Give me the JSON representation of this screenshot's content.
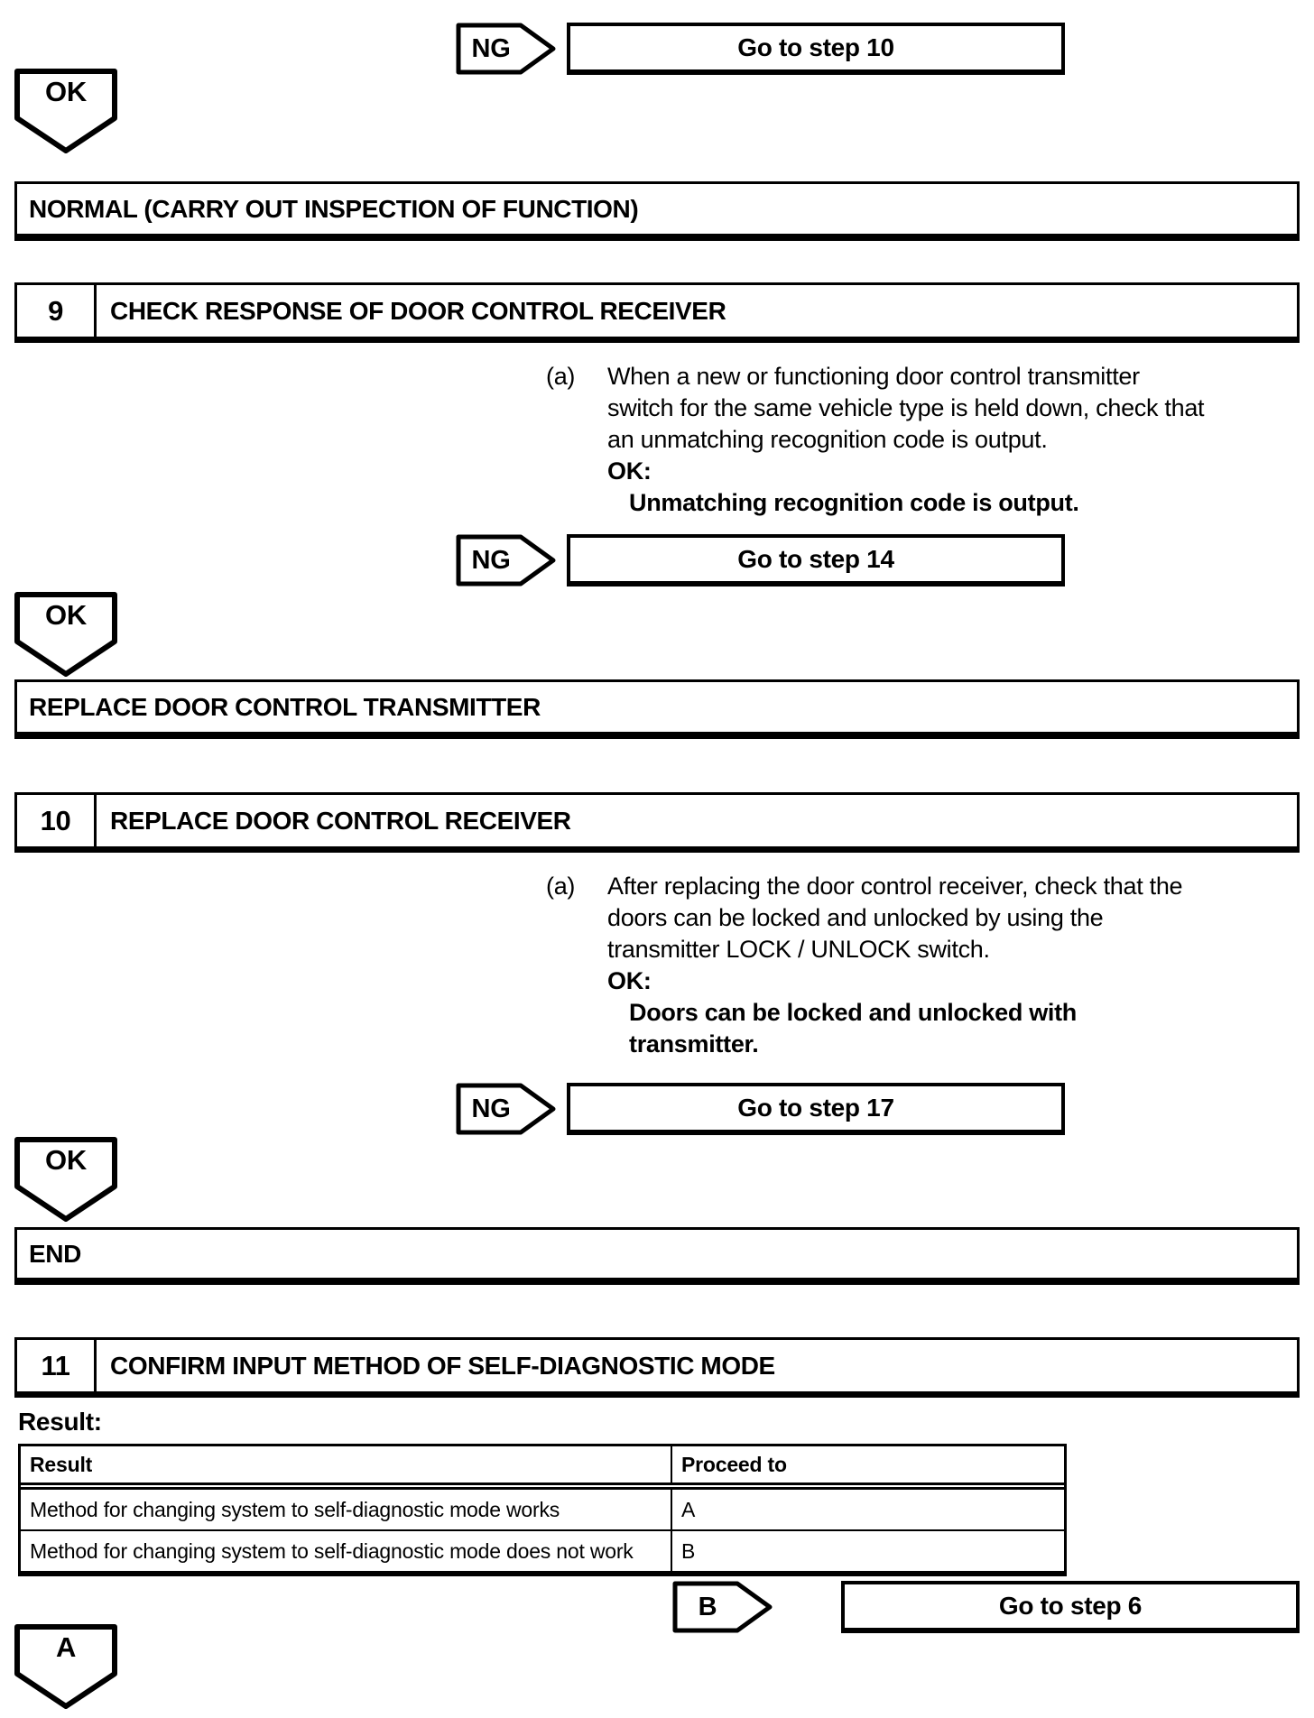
{
  "page": {
    "background": "#ffffff",
    "ink": "#000000"
  },
  "connectors": {
    "ng1": {
      "label": "NG",
      "target": "Go to step 10"
    },
    "ng2": {
      "label": "NG",
      "target": "Go to step 14"
    },
    "ng3": {
      "label": "NG",
      "target": "Go to step 17"
    },
    "b": {
      "label": "B",
      "target": "Go to step 6"
    },
    "ok1": {
      "label": "OK"
    },
    "ok2": {
      "label": "OK"
    },
    "ok3": {
      "label": "OK"
    },
    "a": {
      "label": "A"
    }
  },
  "action_boxes": {
    "normal": "NORMAL (CARRY OUT INSPECTION OF FUNCTION)",
    "replace_transmitter": "REPLACE DOOR CONTROL TRANSMITTER",
    "end": "END"
  },
  "steps": {
    "step9": {
      "number": "9",
      "title": "CHECK RESPONSE OF DOOR CONTROL RECEIVER",
      "item_label": "(a)",
      "lines": [
        "When a new or functioning door control transmitter",
        "switch for the same vehicle type is held down, check that",
        "an unmatching recognition code is output."
      ],
      "ok_label": "OK:",
      "ok_lines": [
        "Unmatching recognition code is output."
      ]
    },
    "step10": {
      "number": "10",
      "title": "REPLACE DOOR CONTROL RECEIVER",
      "item_label": "(a)",
      "lines": [
        "After replacing the door control receiver, check that the",
        "doors can be locked and unlocked by using the",
        "transmitter LOCK / UNLOCK switch."
      ],
      "ok_label": "OK:",
      "ok_lines": [
        "Doors can be locked and unlocked with",
        "transmitter."
      ]
    },
    "step11": {
      "number": "11",
      "title": "CONFIRM INPUT METHOD OF SELF-DIAGNOSTIC MODE"
    }
  },
  "result": {
    "label": "Result:",
    "table": {
      "headers": [
        "Result",
        "Proceed to"
      ],
      "rows": [
        [
          "Method for changing system to self-diagnostic mode works",
          "A"
        ],
        [
          "Method for changing system to self-diagnostic mode does not work",
          "B"
        ]
      ]
    }
  }
}
